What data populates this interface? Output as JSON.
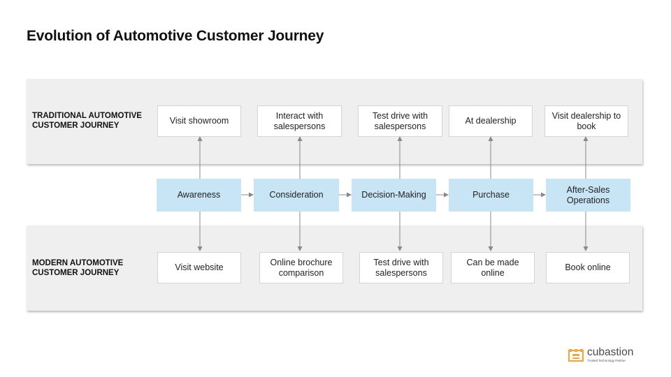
{
  "title": "Evolution of Automotive Customer Journey",
  "colors": {
    "stage_fill": "#c8e5f5",
    "band_fill": "#efefef",
    "arrow": "#888888",
    "logo_accent": "#f2a73b"
  },
  "bands": {
    "traditional_label": "TRADITIONAL AUTOMOTIVE CUSTOMER JOURNEY",
    "modern_label": "MODERN AUTOMOTIVE CUSTOMER JOURNEY"
  },
  "stages": [
    "Awareness",
    "Consideration",
    "Decision-Making",
    "Purchase",
    "After-Sales Operations"
  ],
  "traditional": [
    "Visit showroom",
    "Interact with salespersons",
    "Test drive with salespersons",
    "At dealership",
    "Visit dealership to book"
  ],
  "modern": [
    "Visit website",
    "Online brochure comparison",
    "Test drive with salespersons",
    "Can be made online",
    "Book online"
  ],
  "logo": {
    "name": "cubastion",
    "tagline": "Trusted Technology Partner",
    "icon": "cubastion-logo-icon"
  }
}
